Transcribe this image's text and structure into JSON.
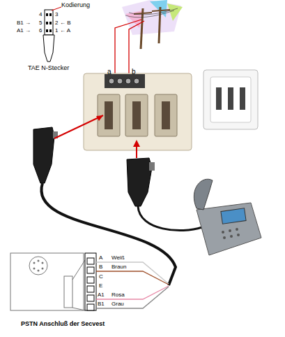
{
  "diagram": {
    "caption": "PSTN Anschluß der Secvest",
    "labels": [
      "Kodierung",
      "4",
      "3",
      "B1 →",
      "5",
      "2",
      "← B",
      "A1 →",
      "6",
      "1",
      "← A",
      "TAE N-Stecker",
      "a",
      "b",
      "A",
      "Weiß",
      "B",
      "Braun",
      "C",
      "E",
      "A1",
      "Rosa",
      "B1",
      "Grau"
    ]
  }
}
